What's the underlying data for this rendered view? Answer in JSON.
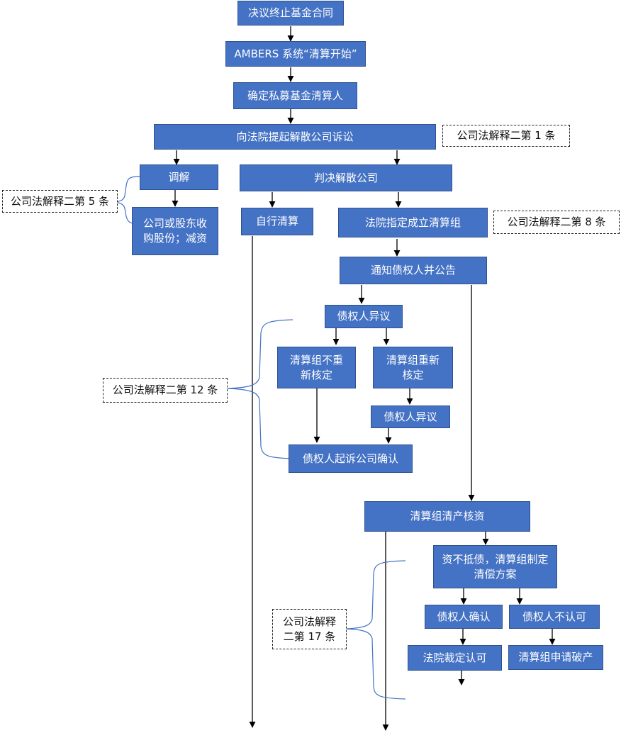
{
  "nodes": {
    "resolve_terminate": "决议终止基金合同",
    "ambers_start": "AMBERS 系统“清算开始”",
    "determine_liquidator": "确定私募基金清算人",
    "court_dissolution_suit": "向法院提起解散公司诉讼",
    "mediation": "调解",
    "judgment_dissolve": "判决解散公司",
    "buyback_reduce": "公司或股东收\n购股份；减资",
    "self_liquidation": "自行清算",
    "court_appoint_group": "法院指定成立清算组",
    "notify_creditors": "通知债权人并公告",
    "creditor_objection_1": "债权人异议",
    "group_no_recheck": "清算组不重\n新核定",
    "group_recheck": "清算组重新\n核定",
    "creditor_objection_2": "债权人异议",
    "creditor_sue_confirm": "债权人起诉公司确认",
    "asset_verification": "清算组清产核资",
    "insolvent_plan": "资不抵债，清算组制定\n清偿方案",
    "creditor_confirm": "债权人确认",
    "creditor_reject": "债权人不认可",
    "court_ruling_approve": "法院裁定认可",
    "group_apply_bankruptcy": "清算组申请破产"
  },
  "notes": {
    "interp_2_art_1": "公司法解释二第 1 条",
    "interp_2_art_5": "公司法解释二第 5 条",
    "interp_2_art_8": "公司法解释二第 8 条",
    "interp_2_art_12": "公司法解释二第 12 条",
    "interp_2_art_17": "公司法解释\n二第 17 条"
  },
  "colors": {
    "box_fill": "#4472c4",
    "box_border": "#2f528f",
    "box_text": "#ffffff",
    "arrow": "#000000",
    "bracket": "#4472c4",
    "note_border": "#222222"
  }
}
